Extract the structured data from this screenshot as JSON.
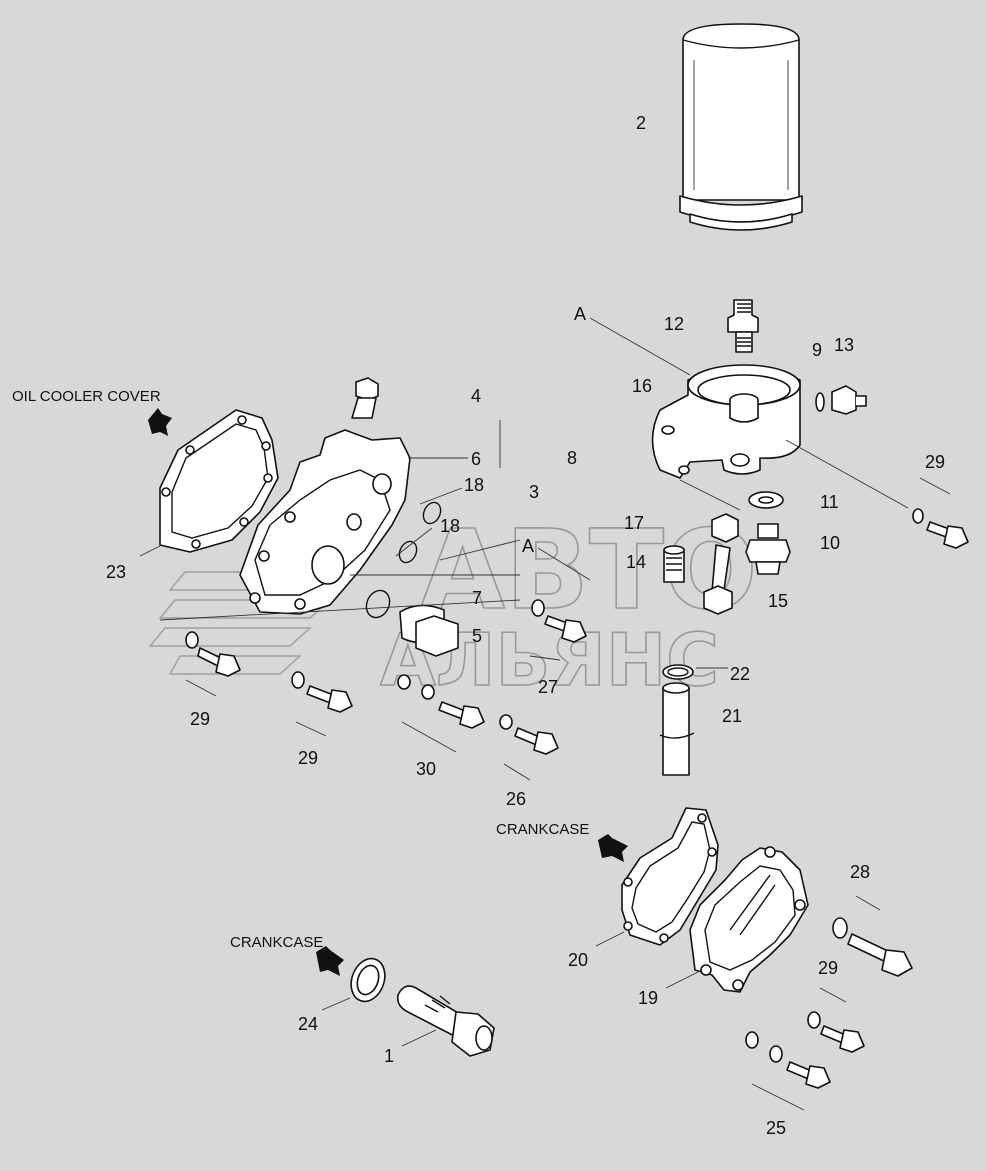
{
  "labels": {
    "l1": "1",
    "l2": "2",
    "l3": "3",
    "l4": "4",
    "l5": "5",
    "l6": "6",
    "l7": "7",
    "l8": "8",
    "l9": "9",
    "l10": "10",
    "l11": "11",
    "l12": "12",
    "l13": "13",
    "l14": "14",
    "l15": "15",
    "l16": "16",
    "l17": "17",
    "l18a": "18",
    "l18b": "18",
    "l19": "19",
    "l20": "20",
    "l21": "21",
    "l22": "22",
    "l23": "23",
    "l24": "24",
    "l25": "25",
    "l26": "26",
    "l27": "27",
    "l28": "28",
    "l29a": "29",
    "l29b": "29",
    "l29c": "29",
    "l29d": "29",
    "l30": "30",
    "lA1": "A",
    "lA2": "A"
  },
  "callouts": {
    "oil_cooler_cover": "OIL COOLER COVER",
    "crankcase_1": "CRANKCASE",
    "crankcase_2": "CRANKCASE"
  },
  "watermark": {
    "line1": "АВТО",
    "line2": "АЛЬЯНС"
  }
}
